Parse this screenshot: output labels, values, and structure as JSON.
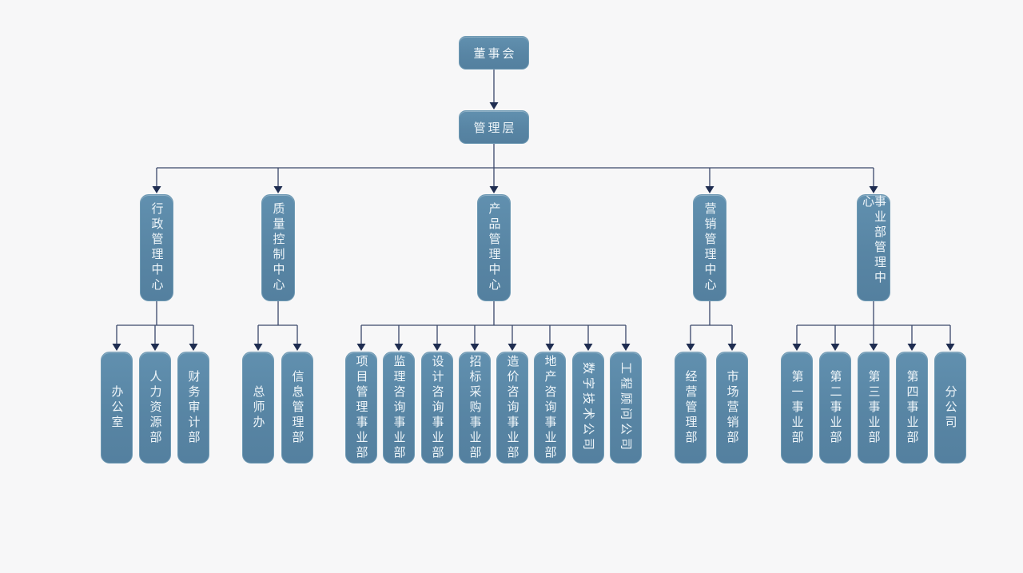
{
  "page": {
    "background_color": "#f7f7f8"
  },
  "colors": {
    "node_fill": "#5b89a8",
    "node_border": "#6f9ab4",
    "node_text": "#eef5f9",
    "connector_line": "#3b486a",
    "arrowhead": "#1f2d51"
  },
  "org_chart": {
    "root": {
      "label": "董事会"
    },
    "management": {
      "label": "管理层"
    },
    "branches": [
      {
        "label": "行政管理中心",
        "children": [
          {
            "label": "办公室"
          },
          {
            "label": "人力资源部"
          },
          {
            "label": "财务审计部"
          }
        ]
      },
      {
        "label": "质量控制中心",
        "children": [
          {
            "label": "总师办"
          },
          {
            "label": "信息管理部"
          }
        ]
      },
      {
        "label": "产品管理中心",
        "children": [
          {
            "label": "项目管理事业部"
          },
          {
            "label": "监理咨询事业部"
          },
          {
            "label": "设计咨询事业部"
          },
          {
            "label": "招标采购事业部"
          },
          {
            "label": "造价咨询事业部"
          },
          {
            "label": "地产咨询事业部"
          },
          {
            "label": "数字技术公司"
          },
          {
            "label": "工程顾问公司"
          }
        ]
      },
      {
        "label": "营销管理中心",
        "children": [
          {
            "label": "经营管理部"
          },
          {
            "label": "市场营销部"
          }
        ]
      },
      {
        "label": "事业部管理中心",
        "children": [
          {
            "label": "第一事业部"
          },
          {
            "label": "第二事业部"
          },
          {
            "label": "第三事业部"
          },
          {
            "label": "第四事业部"
          },
          {
            "label": "分公司"
          }
        ]
      }
    ]
  }
}
